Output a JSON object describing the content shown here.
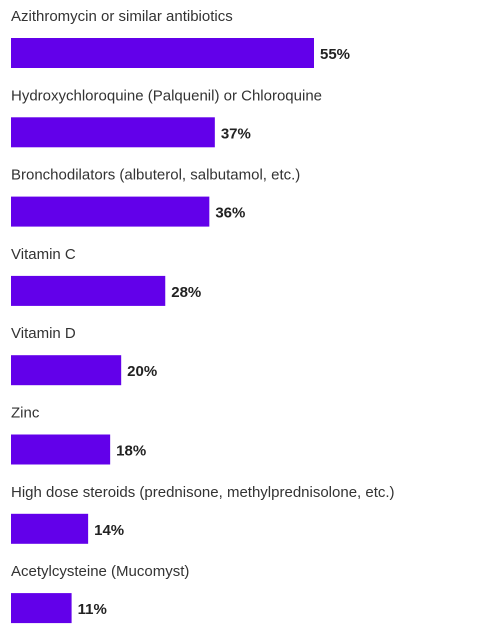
{
  "chart_data": {
    "type": "bar",
    "orientation": "horizontal",
    "categories": [
      "Azithromycin or similar antibiotics",
      "Hydroxychloroquine (Palquenil) or Chloroquine",
      "Bronchodilators (albuterol, salbutamol, etc.)",
      "Vitamin C",
      "Vitamin D",
      "Zinc",
      "High dose steroids (prednisone, methylprednisolone, etc.)",
      "Acetylcysteine (Mucomyst)"
    ],
    "values": [
      55,
      37,
      36,
      28,
      20,
      18,
      14,
      11
    ],
    "value_labels": [
      "55%",
      "37%",
      "36%",
      "28%",
      "20%",
      "18%",
      "14%",
      "11%"
    ],
    "unit": "%",
    "xlim": [
      0,
      55
    ],
    "grid": false,
    "legend": "none",
    "bar_color": "#6200ea"
  }
}
